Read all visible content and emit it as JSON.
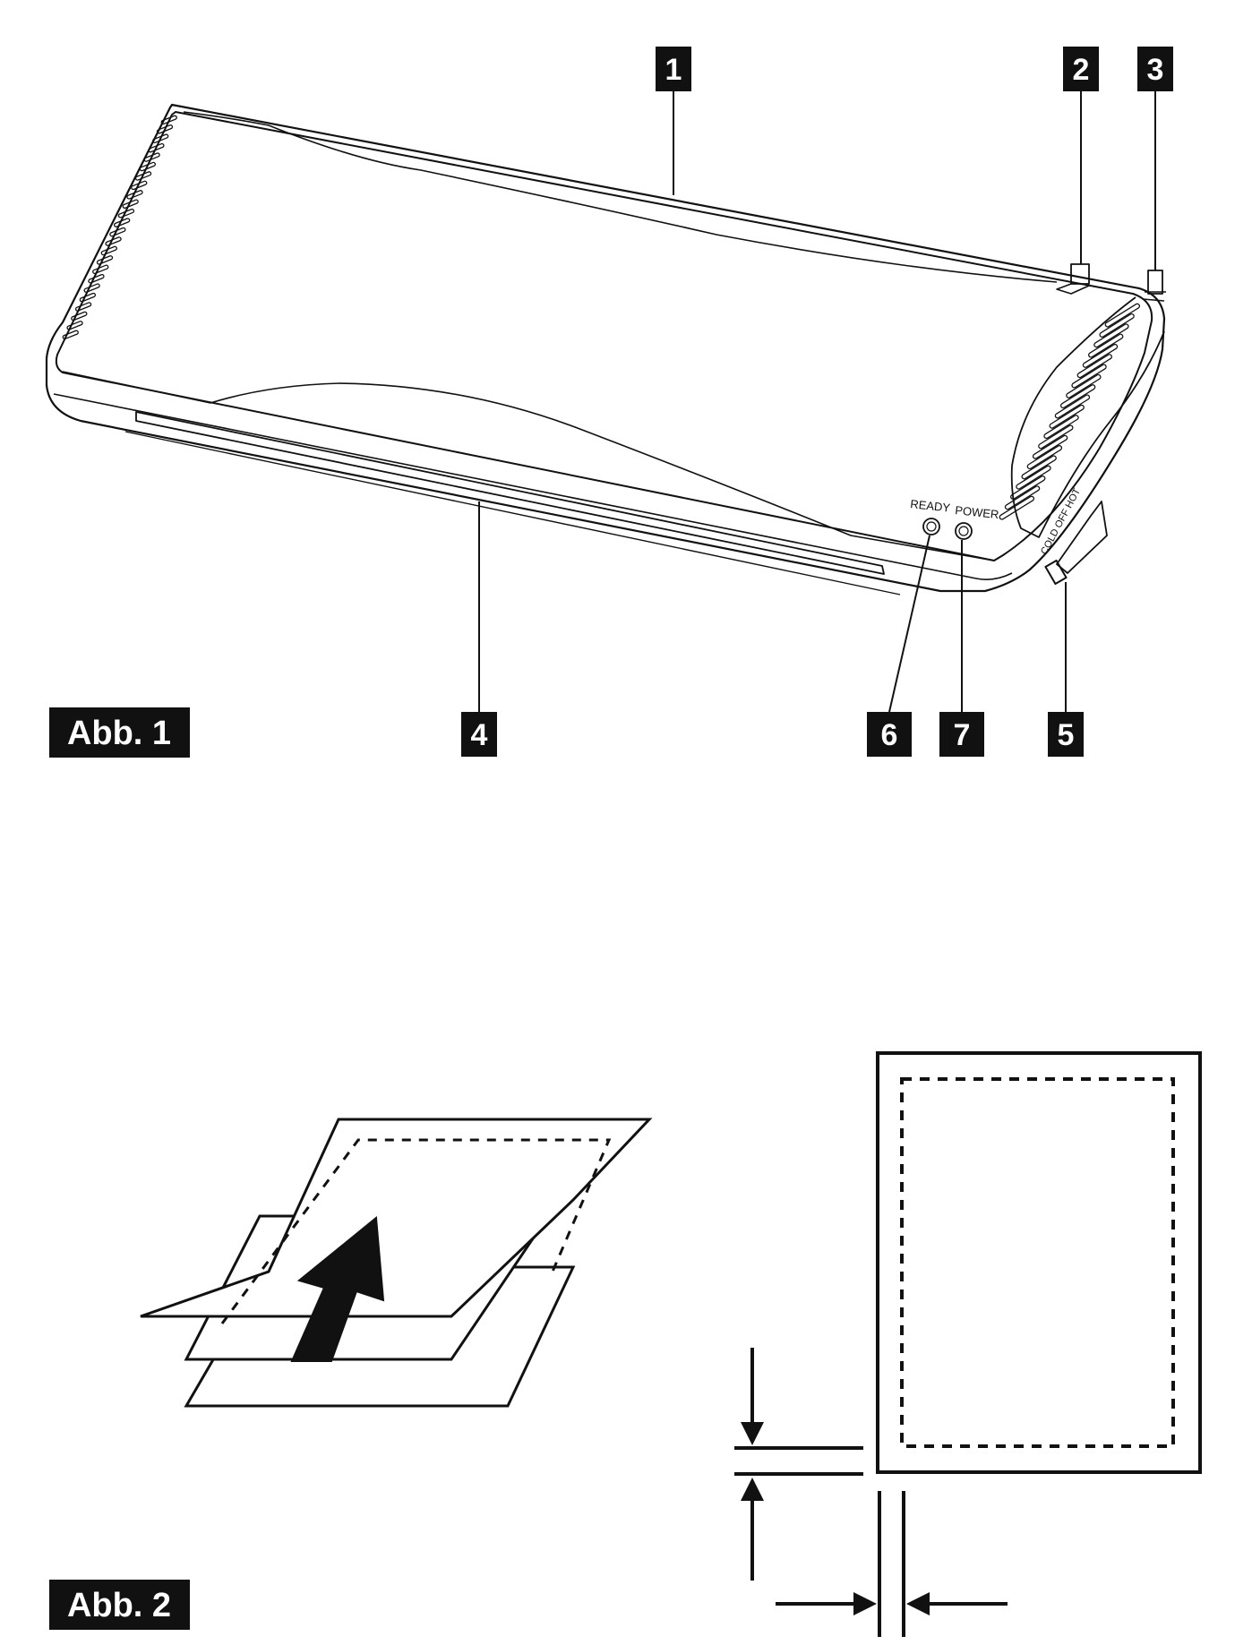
{
  "figures": [
    {
      "label": "Abb. 1",
      "callouts": [
        "1",
        "2",
        "3",
        "4",
        "5",
        "6",
        "7"
      ],
      "device_text": {
        "ready": "READY",
        "power": "POWER",
        "switch": "COLD OFF HOT"
      }
    },
    {
      "label": "Abb. 2"
    }
  ],
  "colors": {
    "ink": "#111111",
    "label_bg": "#111111",
    "label_text": "#ffffff",
    "background": "#ffffff"
  },
  "icons": [
    "arrow-up-icon",
    "arrow-down-icon",
    "arrow-right-icon",
    "arrow-left-icon"
  ]
}
